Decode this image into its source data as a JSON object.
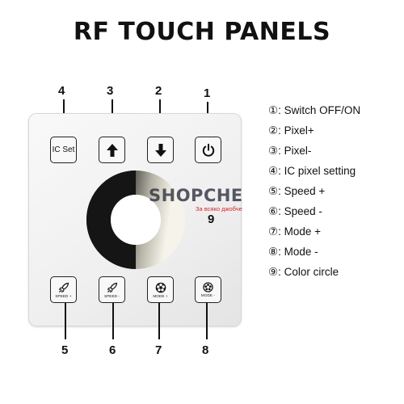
{
  "title": "RF TOUCH PANELS",
  "buttons": {
    "ic_set": "IC Set",
    "speed_plus": "SPEED +",
    "speed_minus": "SPEED -",
    "mode_plus": "MODE +",
    "mode_minus": "MODE -"
  },
  "icons": {
    "power": "power-icon",
    "up": "arrow-up-icon",
    "down": "arrow-down-icon",
    "rocket": "rocket-icon",
    "reel": "film-reel-icon"
  },
  "callouts": [
    "4",
    "3",
    "2",
    "1",
    "5",
    "6",
    "7",
    "8",
    "9"
  ],
  "legend": [
    "①: Switch OFF/ON",
    "②: Pixel+",
    "③: Pixel-",
    "④: IC pixel setting",
    "⑤: Speed +",
    "⑥: Speed -",
    "⑦: Mode +",
    "⑧: Mode -",
    "⑨: Color circle"
  ],
  "watermark": {
    "brand": "SHOPCHE",
    "tagline": "За всяко джобче"
  },
  "colors": {
    "ring_dark": "#1a1a1a",
    "ring_light": "#f2f0e6",
    "watermark_red": "#d8232a"
  }
}
